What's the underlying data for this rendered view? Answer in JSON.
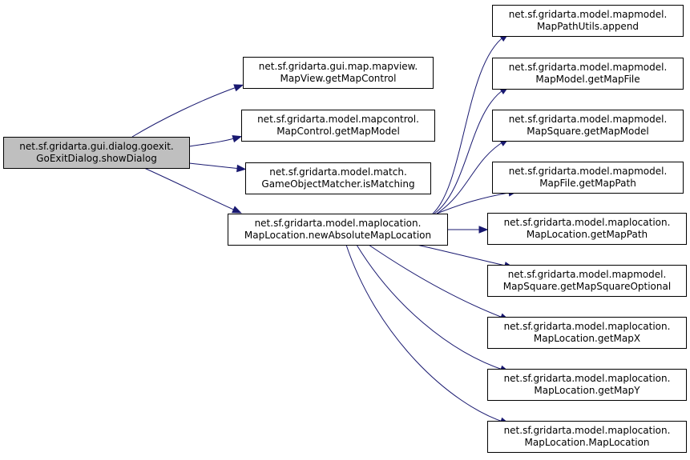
{
  "diagram": {
    "type": "call-graph",
    "edge_color": "#191970",
    "root_fill": "#bfbfbf",
    "node_fill": "#ffffff",
    "nodes": [
      {
        "id": "root",
        "line1": "net.sf.gridarta.gui.dialog.goexit.",
        "line2": "GoExitDialog.showDialog",
        "root": true
      },
      {
        "id": "getMapControl",
        "line1": "net.sf.gridarta.gui.map.mapview.",
        "line2": "MapView.getMapControl"
      },
      {
        "id": "getMapModel_ctrl",
        "line1": "net.sf.gridarta.model.mapcontrol.",
        "line2": "MapControl.getMapModel"
      },
      {
        "id": "isMatching",
        "line1": "net.sf.gridarta.model.match.",
        "line2": "GameObjectMatcher.isMatching"
      },
      {
        "id": "newAbsoluteMapLocation",
        "line1": "net.sf.gridarta.model.maplocation.",
        "line2": "MapLocation.newAbsoluteMapLocation"
      },
      {
        "id": "append",
        "line1": "net.sf.gridarta.model.mapmodel.",
        "line2": "MapPathUtils.append"
      },
      {
        "id": "getMapFile",
        "line1": "net.sf.gridarta.model.mapmodel.",
        "line2": "MapModel.getMapFile"
      },
      {
        "id": "getMapModel_sq",
        "line1": "net.sf.gridarta.model.mapmodel.",
        "line2": "MapSquare.getMapModel"
      },
      {
        "id": "getMapPath_file",
        "line1": "net.sf.gridarta.model.mapmodel.",
        "line2": "MapFile.getMapPath"
      },
      {
        "id": "getMapPath_loc",
        "line1": "net.sf.gridarta.model.maplocation.",
        "line2": "MapLocation.getMapPath"
      },
      {
        "id": "getMapSquareOptional",
        "line1": "net.sf.gridarta.model.mapmodel.",
        "line2": "MapSquare.getMapSquareOptional"
      },
      {
        "id": "getMapX",
        "line1": "net.sf.gridarta.model.maplocation.",
        "line2": "MapLocation.getMapX"
      },
      {
        "id": "getMapY",
        "line1": "net.sf.gridarta.model.maplocation.",
        "line2": "MapLocation.getMapY"
      },
      {
        "id": "ctor",
        "line1": "net.sf.gridarta.model.maplocation.",
        "line2": "MapLocation.MapLocation"
      }
    ],
    "edges": [
      {
        "from": "root",
        "to": "getMapControl"
      },
      {
        "from": "root",
        "to": "getMapModel_ctrl"
      },
      {
        "from": "root",
        "to": "isMatching"
      },
      {
        "from": "root",
        "to": "newAbsoluteMapLocation"
      },
      {
        "from": "newAbsoluteMapLocation",
        "to": "append"
      },
      {
        "from": "newAbsoluteMapLocation",
        "to": "getMapFile"
      },
      {
        "from": "newAbsoluteMapLocation",
        "to": "getMapModel_sq"
      },
      {
        "from": "newAbsoluteMapLocation",
        "to": "getMapPath_file"
      },
      {
        "from": "newAbsoluteMapLocation",
        "to": "getMapPath_loc"
      },
      {
        "from": "newAbsoluteMapLocation",
        "to": "getMapSquareOptional"
      },
      {
        "from": "newAbsoluteMapLocation",
        "to": "getMapX"
      },
      {
        "from": "newAbsoluteMapLocation",
        "to": "getMapY"
      },
      {
        "from": "newAbsoluteMapLocation",
        "to": "ctor"
      }
    ]
  }
}
